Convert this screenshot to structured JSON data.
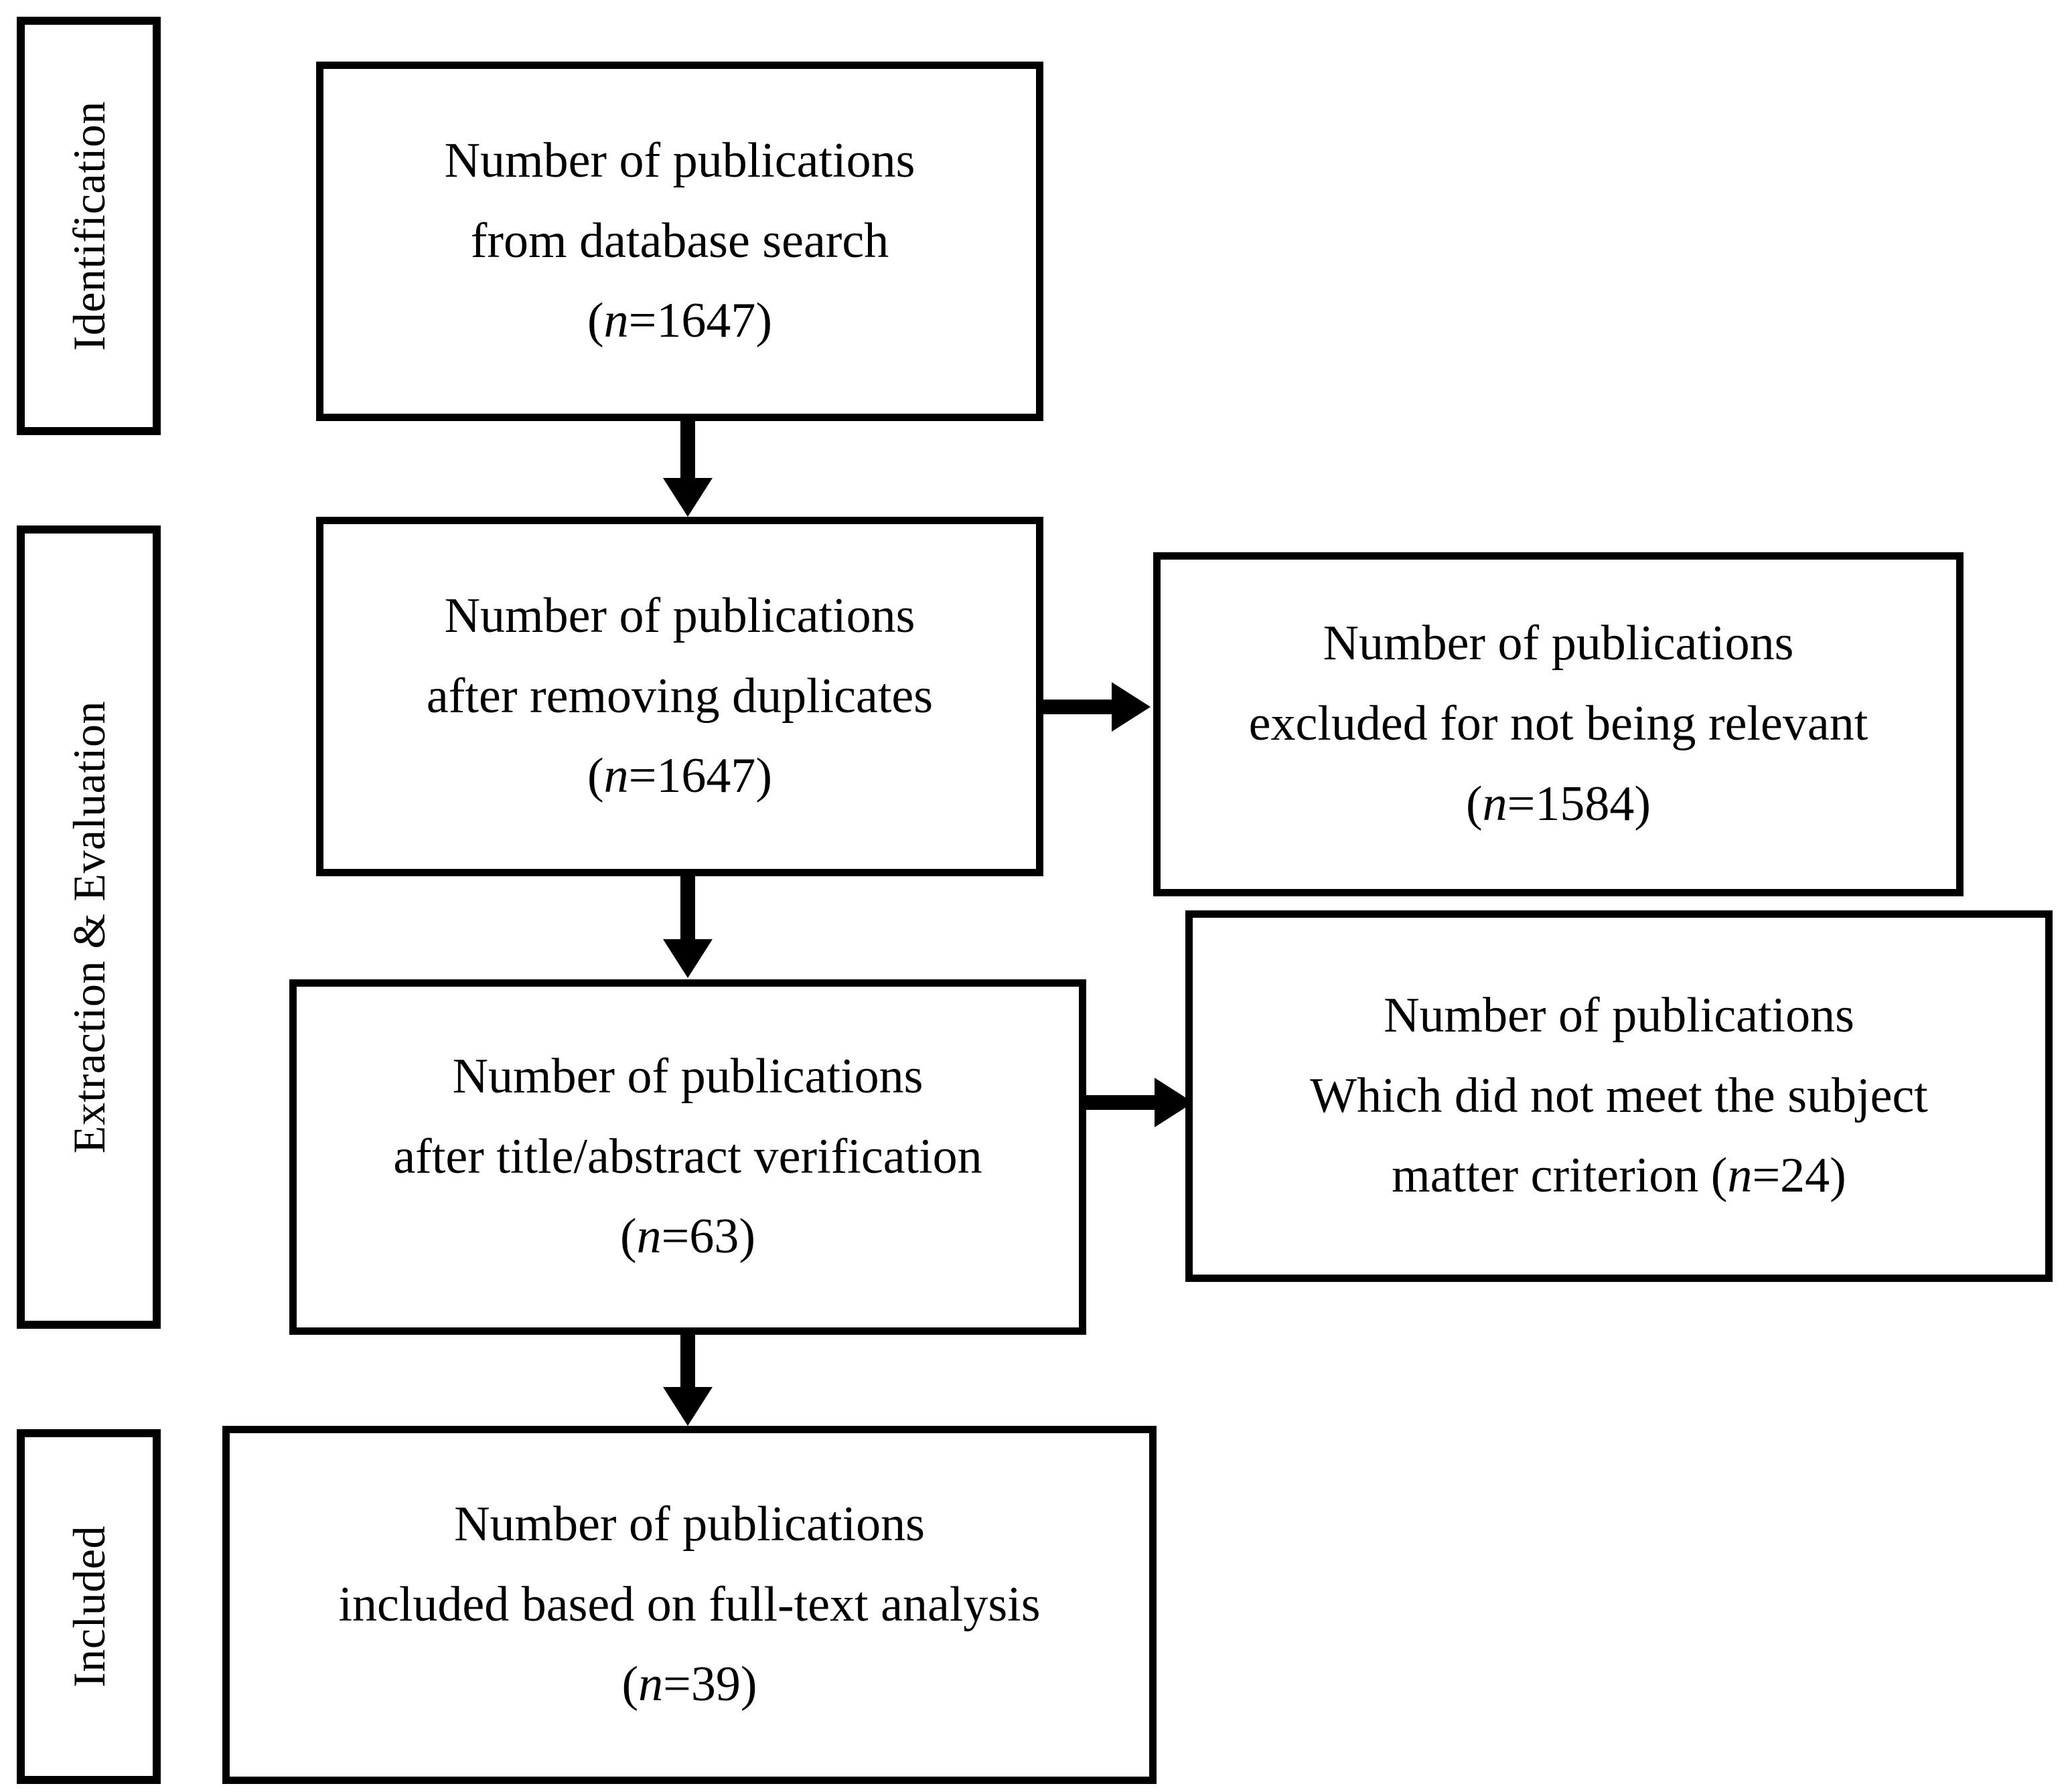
{
  "diagram": {
    "title": "PRISMA publication selection flow diagram",
    "stroke_color": "#000000",
    "background_color": "#ffffff",
    "phases": [
      {
        "id": "identification",
        "label": "Identification"
      },
      {
        "id": "extraction-evaluation",
        "label": "Extraction & Evaluation"
      },
      {
        "id": "included",
        "label": "Included"
      }
    ],
    "nodes": [
      {
        "id": "records-identified",
        "phase": "identification",
        "lines": [
          "Number of publications",
          "from database search",
          "(n=1647)"
        ],
        "count_label": "(n=1647)",
        "count": 1647
      },
      {
        "id": "records-after-duplicates",
        "phase": "extraction-evaluation",
        "lines": [
          "Number of publications",
          "after removing duplicates",
          "(n=1647)"
        ],
        "count_label": "(n=1647)",
        "count": 1647
      },
      {
        "id": "records-excluded-not-relevant",
        "phase": "extraction-evaluation",
        "lines": [
          "Number of publications",
          "excluded for not being relevant",
          "(n=1584)"
        ],
        "count_label": "(n=1584)",
        "count": 1584
      },
      {
        "id": "records-after-title-abstract",
        "phase": "extraction-evaluation",
        "lines": [
          "Number of publications",
          "after title/abstract verification",
          "(n=63)"
        ],
        "count_label": "(n=63)",
        "count": 63
      },
      {
        "id": "records-excluded-subject-matter",
        "phase": "extraction-evaluation",
        "lines": [
          "Number of publications",
          "Which did not meet the subject",
          "matter criterion (n=24)"
        ],
        "count_label": "(n=24)",
        "count": 24
      },
      {
        "id": "studies-included",
        "phase": "included",
        "lines": [
          "Number of publications",
          "included based on full-text analysis",
          "(n=39)"
        ],
        "count_label": "(n=39)",
        "count": 39
      }
    ],
    "connectors": [
      {
        "id": "identified-to-duplicates",
        "from": "records-identified",
        "to": "records-after-duplicates",
        "direction": "down"
      },
      {
        "id": "duplicates-to-excluded-relevant",
        "from": "records-after-duplicates",
        "to": "records-excluded-not-relevant",
        "direction": "right"
      },
      {
        "id": "duplicates-to-title-abstract",
        "from": "records-after-duplicates",
        "to": "records-after-title-abstract",
        "direction": "down"
      },
      {
        "id": "title-abstract-to-excluded-subject",
        "from": "records-after-title-abstract",
        "to": "records-excluded-subject-matter",
        "direction": "right"
      },
      {
        "id": "title-abstract-to-included",
        "from": "records-after-title-abstract",
        "to": "studies-included",
        "direction": "down"
      }
    ]
  },
  "nodeText": {
    "n1": {
      "l1": "Number of publications",
      "l2": "from database search",
      "l3a": "(",
      "l3b": "n",
      "l3c": "=1647)"
    },
    "n2": {
      "l1": "Number of publications",
      "l2": "after removing duplicates",
      "l3a": "(",
      "l3b": "n",
      "l3c": "=1647)"
    },
    "n3": {
      "l1": "Number of publications",
      "l2": "excluded for not being relevant",
      "l3a": "(",
      "l3b": "n",
      "l3c": "=1584)"
    },
    "n4": {
      "l1": "Number of publications",
      "l2": "after title/abstract verification",
      "l3a": "(",
      "l3b": "n",
      "l3c": "=63)"
    },
    "n5": {
      "l1": "Number of publications",
      "l2": "Which did not meet the subject",
      "l3a": "matter criterion (",
      "l3b": "n",
      "l3c": "=24)"
    },
    "n6": {
      "l1": "Number of publications",
      "l2": "included based on full-text analysis",
      "l3a": "(",
      "l3b": "n",
      "l3c": "=39)"
    }
  },
  "phaseText": {
    "p1": "Identification",
    "p2": "Extraction & Evaluation",
    "p3": "Included"
  }
}
